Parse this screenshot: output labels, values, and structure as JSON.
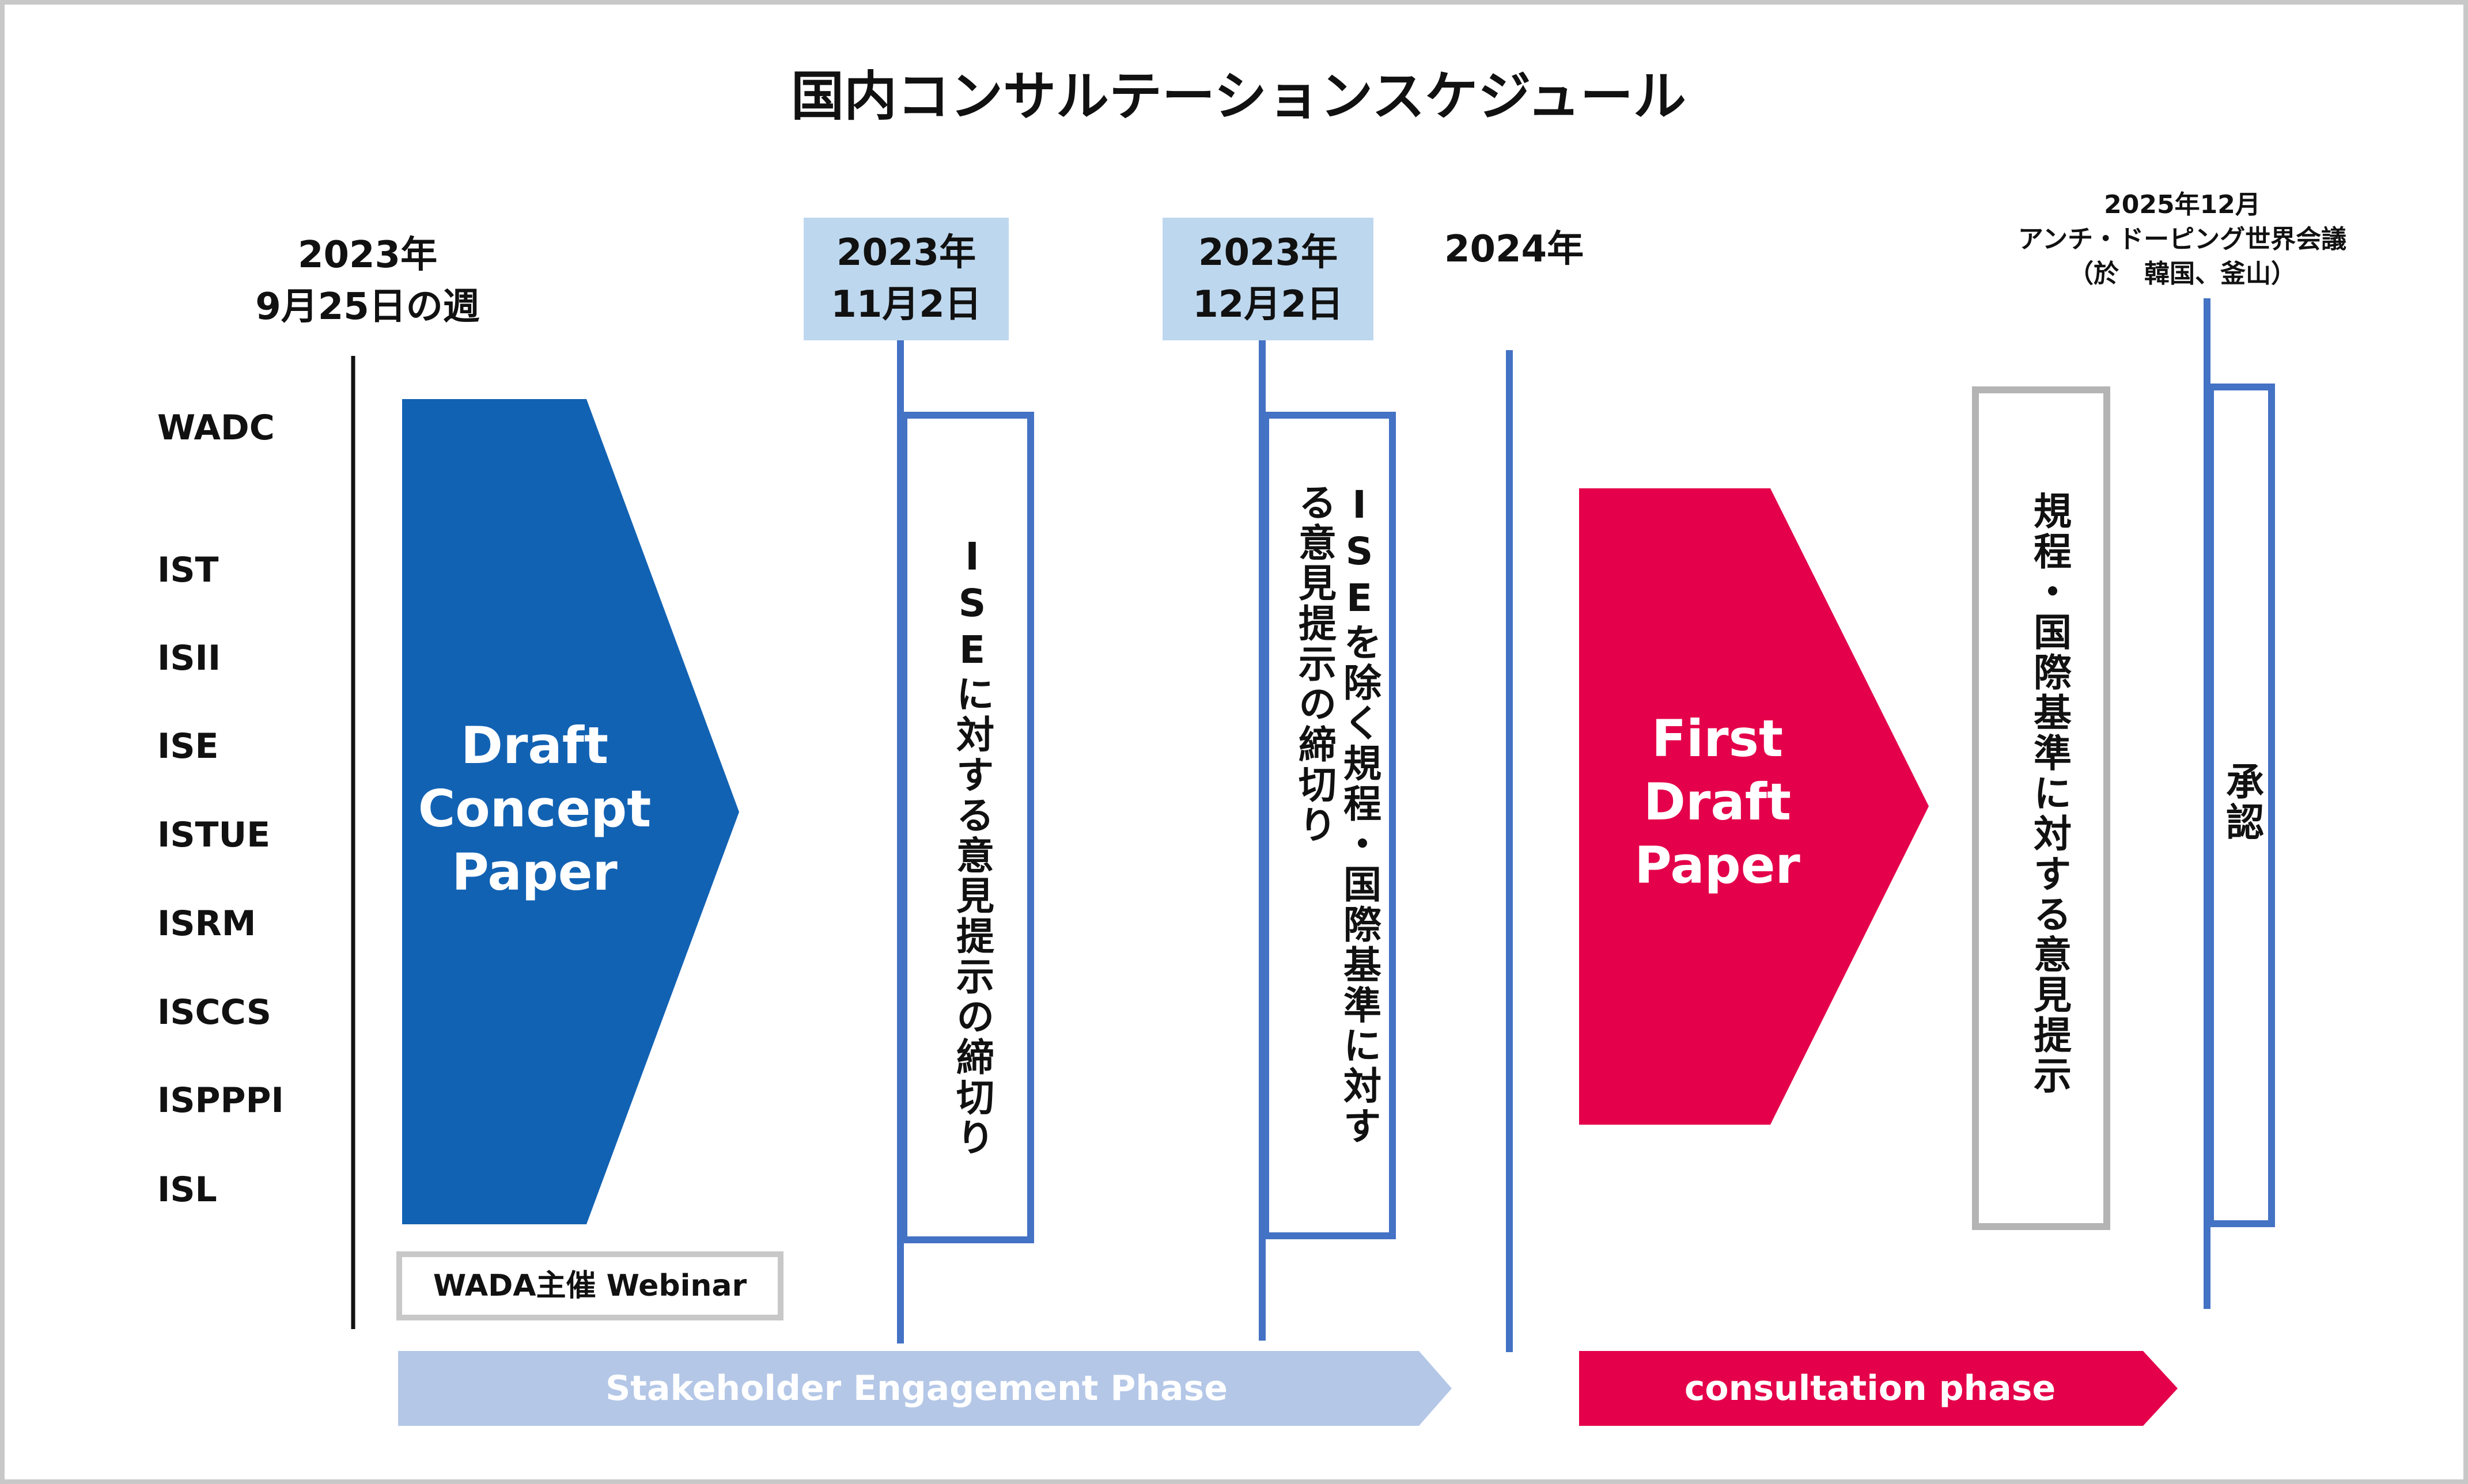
{
  "title": "国内コンサルテーションスケジュール",
  "dates": {
    "start": "2023年\n9月25日の週",
    "deadline1": "2023年\n11月2日",
    "deadline2": "2023年\n12月2日",
    "year2024": "2024年",
    "congress": "2025年12月\nアンチ・ドーピング世界会議\n（於　韓国、釜山）"
  },
  "standards": [
    "WADC",
    "IST",
    "ISII",
    "ISE",
    "ISTUE",
    "ISRM",
    "ISCCS",
    "ISPPPI",
    "ISL"
  ],
  "stages": {
    "draft_concept": "Draft\nConcept\nPaper",
    "webinar": "WADA主催 Webinar",
    "ise_deadline": "ISEに対する意見提示の締切り",
    "others_deadline": "ISEを除く規程・国際基準に対する意見提示の締切り",
    "first_draft": "First\nDraft\nPaper",
    "comments": "規程・国際基準に対する意見提示",
    "approval": "承認"
  },
  "phases": {
    "stakeholder": "Stakeholder Engagement Phase",
    "consultation": "consultation phase"
  },
  "colors": {
    "blue": "#1262b3",
    "red": "#e4004a",
    "line_blue": "#4472c4",
    "light_blue": "#b4c7e7",
    "date_box": "#bdd7ee",
    "grey": "#b4b4b4"
  }
}
